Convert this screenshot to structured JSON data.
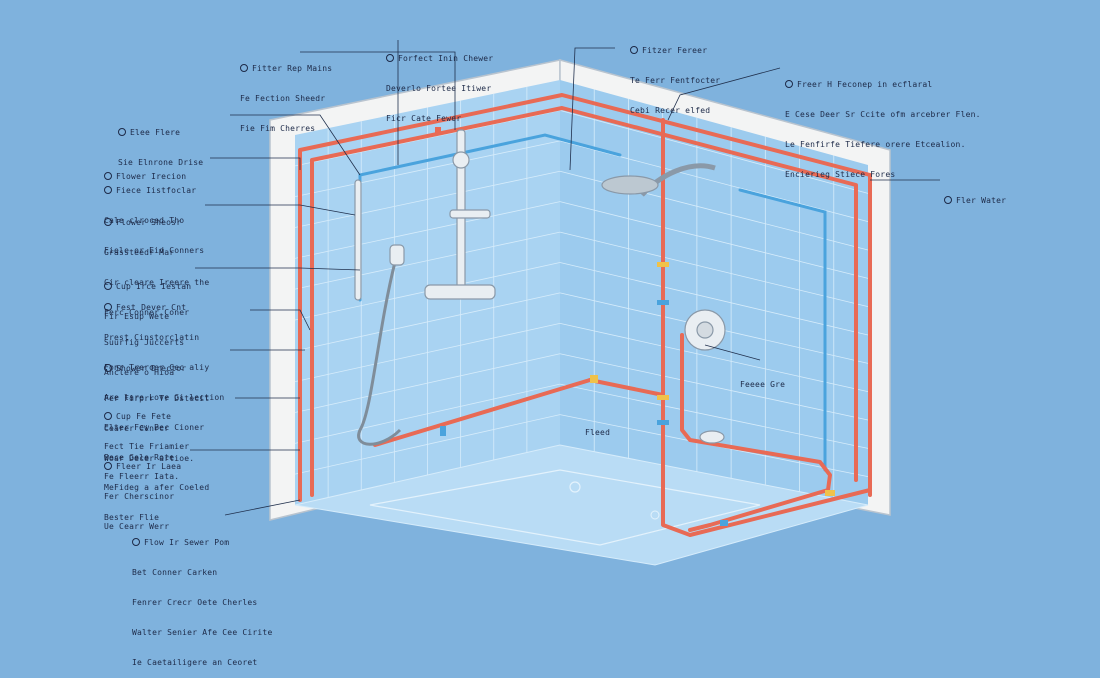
{
  "diagram": {
    "colors": {
      "background": "#7fb2dd",
      "wall_outer": "#f3f4f4",
      "tile": "#a9d3f2",
      "tile_grout": "#d6ecfb",
      "pipe_hot": "#e86a55",
      "pipe_cold": "#4aa3dd",
      "fixture_chrome": "#e9eef2",
      "leader_line": "#20304d"
    },
    "labels_left": [
      {
        "lines": [
          "Fitter Rep Mains",
          "Fe Fection Sheedr",
          "Fie Fim Cherres"
        ]
      },
      {
        "lines": [
          "Elee Flere",
          "Sie Elnrone Drise"
        ]
      },
      {
        "lines": [
          "Flower Irecion"
        ]
      },
      {
        "lines": [
          "Fiece Iistfoclar",
          "Cale clroced Tho",
          "Fiele or Eid Conners"
        ]
      },
      {
        "lines": [
          "Flower Sheosr",
          "Grassteedr Mar",
          "Cir cleare Ireere the",
          "Ferc Conner Coner",
          "Suurfig Juccerts",
          "Anclere o Hioa"
        ]
      },
      {
        "lines": [
          "Cup Irce Iestan",
          "Fir Esup Wete"
        ]
      },
      {
        "lines": [
          "Fest Dever Cnt",
          "Prest Cinstorclatin",
          "Fonr Treroer Cec aliy",
          "Are lare Love Gi lection",
          "Elter Few Bec Cioner",
          "Bece Gele Rote",
          "MeFideg a afer Coeled",
          "Bester Flie"
        ]
      },
      {
        "lines": [
          "Shower Drector",
          "Fer Firprr Tr Dstecit",
          "Cearer Cinrcr",
          "Woar Decer artioe."
        ]
      },
      {
        "lines": [
          "Cup Fe Fete",
          "Fect Tie Friamier",
          "Fe Fleerr Iata."
        ]
      },
      {
        "lines": [
          "Fleer Ir Laea",
          "Fer Cherscinor",
          "Ue Cearr Werr"
        ]
      },
      {
        "lines": [
          "Flow Ir Sewer Pom",
          "Bet Conner Carken",
          "Fenrer Crecr Oete Cherles",
          "Walter Senier Afe Cee Cirite",
          "Ie Caetailigere an Ceoret"
        ]
      }
    ],
    "labels_top": [
      {
        "lines": [
          "Forfect Inin Chewer",
          "Deverlo Fortee Itiwer",
          "Ficr Cate Fewer"
        ]
      },
      {
        "lines": [
          "Fitzer Fereer",
          "Te Ferr Fentfocter",
          "Cebi Recer elfed"
        ]
      }
    ],
    "labels_right": [
      {
        "lines": [
          "Freer H Feconep in ecflaral",
          "E Cese Deer Sr Ccite ofm arcebrer Flen.",
          "Le Fenfirfe Tiefere orere Etcealion.",
          "Encierieg Stiece Fores"
        ]
      },
      {
        "lines": [
          "Fler Water"
        ]
      }
    ],
    "labels_inline": [
      {
        "text": "Fleed"
      },
      {
        "text": "Feeee Gre"
      }
    ]
  }
}
